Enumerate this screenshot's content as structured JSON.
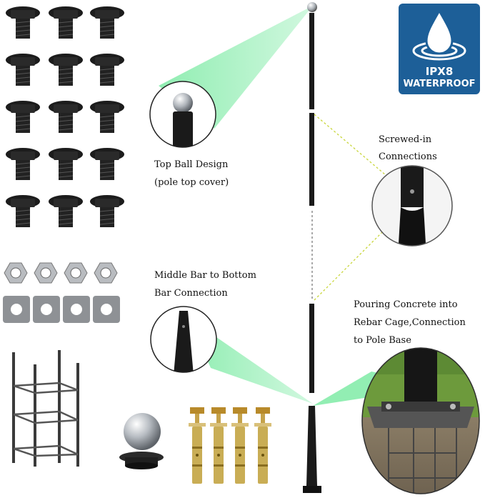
{
  "labels": {
    "top_ball_line1": "Top Ball Design",
    "top_ball_line2": "(pole top cover)",
    "screwed_line1": "Screwed-in",
    "screwed_line2": "Connections",
    "middle_line1": "Middle Bar to Bottom",
    "middle_line2": "Bar Connection",
    "concrete_line1": "Pouring Concrete into",
    "concrete_line2": "Rebar Cage,Connection",
    "concrete_line3": "to Pole Base"
  },
  "badge": {
    "rating": "IPX8",
    "caption": "WATERPROOF"
  },
  "colors": {
    "badge_blue": "#1d5f98",
    "callout_green": "#6ee89a",
    "pole_black": "#1a1a1a"
  }
}
